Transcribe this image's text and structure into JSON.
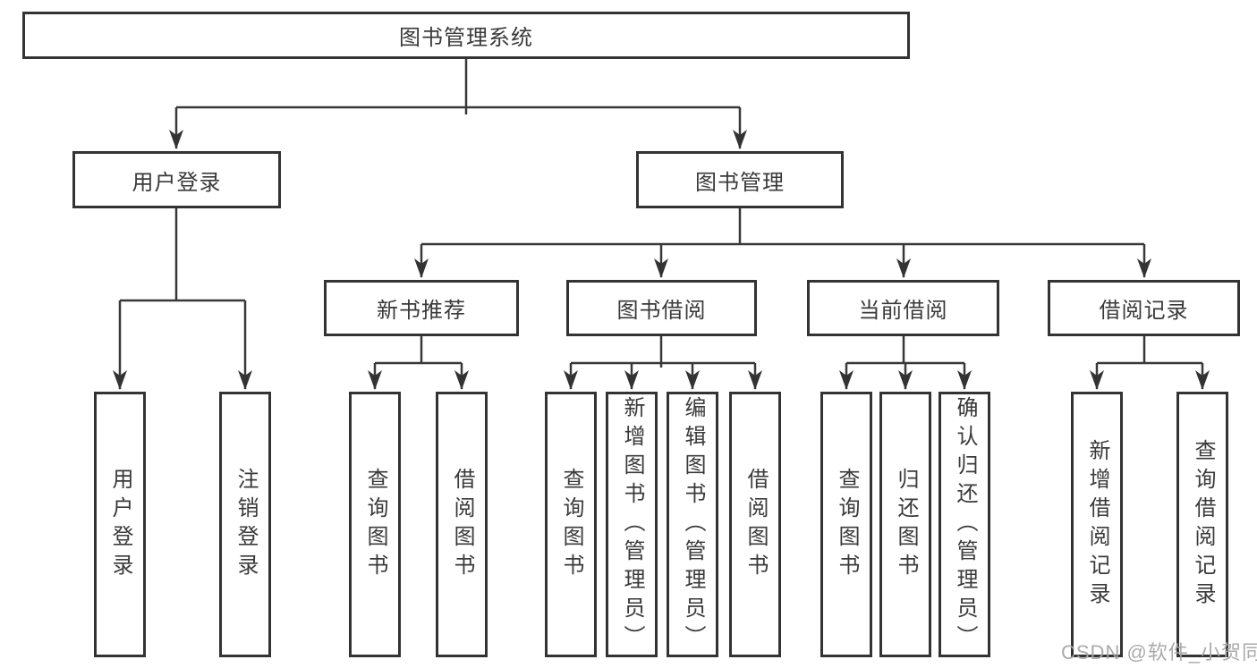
{
  "diagram": {
    "root": {
      "label": "图书管理系统"
    },
    "branches": [
      {
        "label": "用户登录",
        "children": [
          {
            "label": "用户登录"
          },
          {
            "label": "注销登录"
          }
        ]
      },
      {
        "label": "图书管理",
        "children": [
          {
            "label": "新书推荐",
            "children": [
              {
                "label": "查询图书"
              },
              {
                "label": "借阅图书"
              }
            ]
          },
          {
            "label": "图书借阅",
            "children": [
              {
                "label": "查询图书"
              },
              {
                "label": "新增图书（管理员）"
              },
              {
                "label": "编辑图书（管理员）"
              },
              {
                "label": "借阅图书"
              }
            ]
          },
          {
            "label": "当前借阅",
            "children": [
              {
                "label": "查询图书"
              },
              {
                "label": "归还图书"
              },
              {
                "label": "确认归还（管理员）"
              }
            ]
          },
          {
            "label": "借阅记录",
            "children": [
              {
                "label": "新增借阅记录"
              },
              {
                "label": "查询借阅记录"
              }
            ]
          }
        ]
      }
    ]
  },
  "watermark": {
    "text": "CSDN @软件_小贺同学"
  },
  "colors": {
    "line": "#383838",
    "box_border": "#333333",
    "text": "#3a3a3a",
    "watermark": "#a5a5a5",
    "background": "#ffffff"
  }
}
